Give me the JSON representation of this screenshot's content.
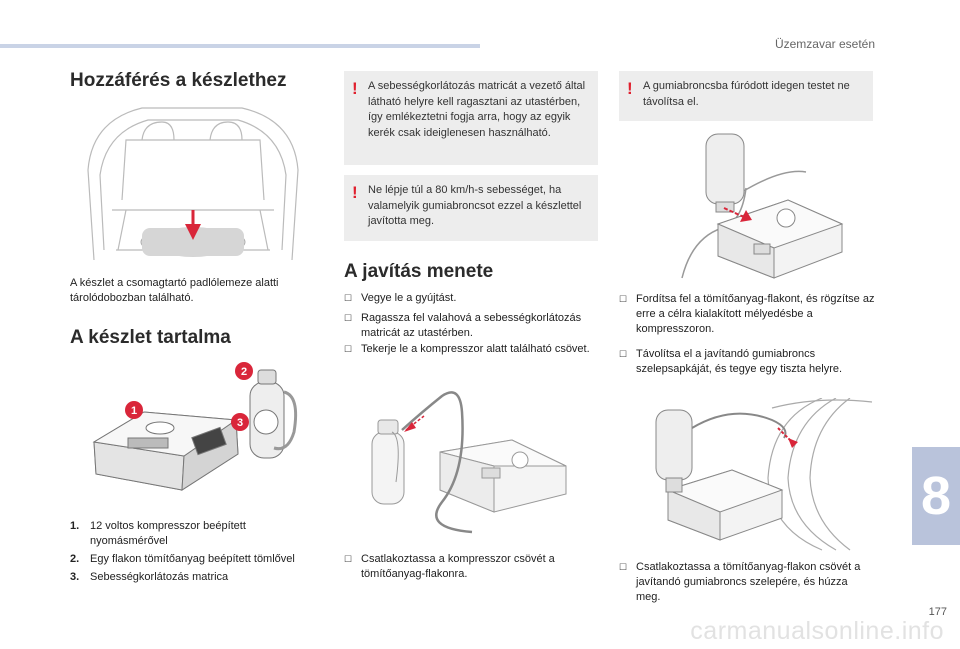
{
  "header": {
    "section_title": "Üzemzavar esetén"
  },
  "chapter": {
    "number": "8"
  },
  "page": {
    "number": "177"
  },
  "watermark": {
    "text": "carmanualsonline.info"
  },
  "col1": {
    "access_heading": "Hozzáférés a készlethez",
    "access_text": "A készlet a csomagtartó padlólemeze alatti tárolódobozban található.",
    "contents_heading": "A készlet tartalma",
    "contents_items": [
      {
        "num": "1.",
        "text": "12 voltos kompresszor beépített nyomásmérővel"
      },
      {
        "num": "2.",
        "text": "Egy flakon tömítőanyag beépített tömlővel"
      },
      {
        "num": "3.",
        "text": "Sebességkorlátozás matrica"
      }
    ],
    "callouts": [
      "1",
      "2",
      "3"
    ]
  },
  "col2": {
    "warning1": "A sebességkorlátozás matricát a vezető által látható helyre kell ragasztani az utastérben, így emlékeztetni fogja arra, hogy az egyik kerék csak ideiglenesen használható.",
    "warning2": "Ne lépje túl a 80 km/h-s sebességet, ha valamelyik gumiabroncsot ezzel a készlettel javította meg.",
    "repair_heading": "A javítás menete",
    "steps": [
      "Vegye le a gyújtást.",
      "Ragassza fel valahová a sebességkorlátozás matricát az utastérben.",
      "Tekerje le a kompresszor alatt található csövet."
    ],
    "step_connect": "Csatlakoztassa a kompresszor csövét a tömítőanyag-flakonra."
  },
  "col3": {
    "warning": "A gumiabroncsba fúródott idegen testet ne távolítsa el.",
    "steps": [
      "Fordítsa fel a tömítőanyag-flakont, és rögzítse az erre a célra kialakított mélyedésbe a kompresszoron.",
      "Távolítsa el a javítandó gumiabroncs szelepsapkáját, és tegye egy tiszta helyre."
    ],
    "step_valve": "Csatlakoztassa a tömítőanyag-flakon csövét a javítandó gumiabroncs szelepére, és húzza meg."
  },
  "colors": {
    "warning_mark": "#e0202e",
    "callout": "#d9263a",
    "tab": "#b9c3db",
    "topbar": "#c9d3e6"
  },
  "icons": {
    "bullet": "checkbox-icon",
    "warning": "exclamation-icon"
  }
}
